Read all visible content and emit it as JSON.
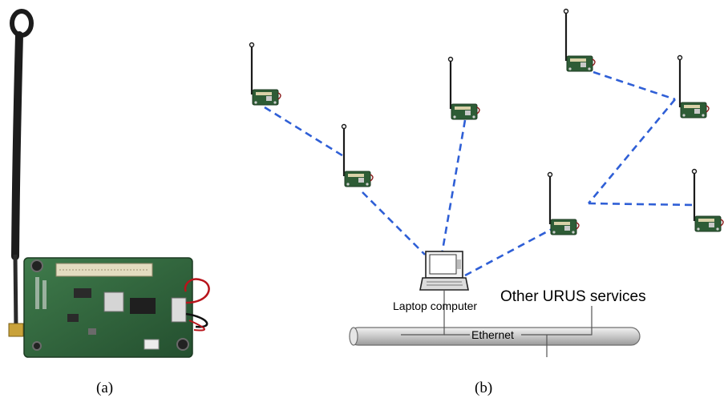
{
  "captions": {
    "a": "(a)",
    "b": "(b)"
  },
  "labels": {
    "laptop": "Laptop computer",
    "other_services": "Other URUS services",
    "ethernet": "Ethernet"
  },
  "colors": {
    "link": "#2f5fd6",
    "board_green": "#2f6a3c",
    "cable": "#1c1c1c"
  }
}
